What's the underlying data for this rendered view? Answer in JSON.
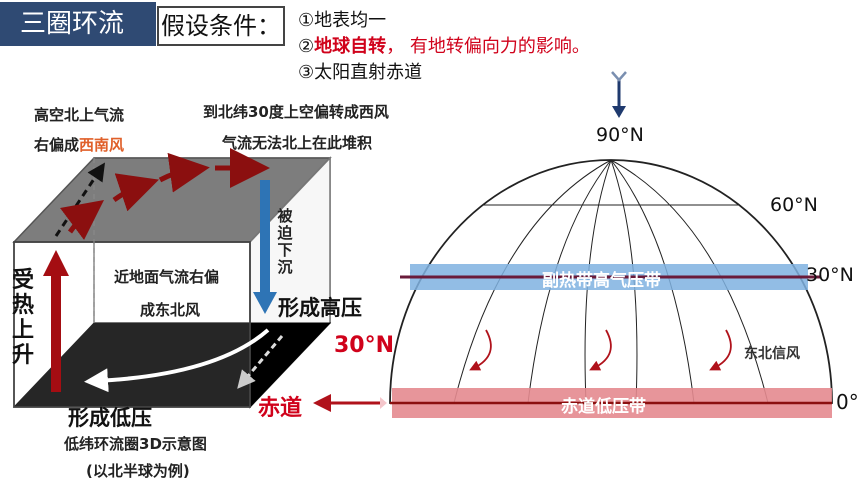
{
  "header": {
    "title": "三圈环流",
    "assumption_label": "假设条件：",
    "conditions": [
      {
        "num": "①",
        "text": "地表均一"
      },
      {
        "num": "②",
        "highlight": "地球自转",
        "rest": "， 有地转偏向力的影响。"
      },
      {
        "num": "③",
        "text": "太阳直射赤道"
      }
    ]
  },
  "cell_diagram": {
    "upper_air_line1": "高空北上气流",
    "upper_air_line2_prefix": "右偏成",
    "upper_air_line2_highlight": "西南风",
    "deflect_line1": "到北纬30度上空偏转成西风",
    "deflect_line2": "气流无法北上在此堆积",
    "sinking": "被迫下沉",
    "surface_line1": "近地面气流右偏",
    "surface_line2": "成东北风",
    "rising": "受热上升",
    "high_pressure": "形成高压",
    "low_pressure": "形成低压",
    "lat_30": "30°N",
    "equator": "赤道",
    "caption1": "低纬环流圈3D示意图",
    "caption2": "(以北半球为例)"
  },
  "globe": {
    "pole": "90°N",
    "lat60": "60°N",
    "lat30": "30°N",
    "lat0": "0°",
    "subtropical_high": "副热带高气压带",
    "equatorial_low": "赤道低压带",
    "trade_wind": "东北信风"
  },
  "colors": {
    "title_bg": "#2f4a73",
    "red_text": "#d0021b",
    "arrow_dark_red": "#8b0f0f",
    "high_band": "#7fb2e0",
    "low_band": "#e48a8f",
    "sink_arrow": "#2e74b5"
  }
}
